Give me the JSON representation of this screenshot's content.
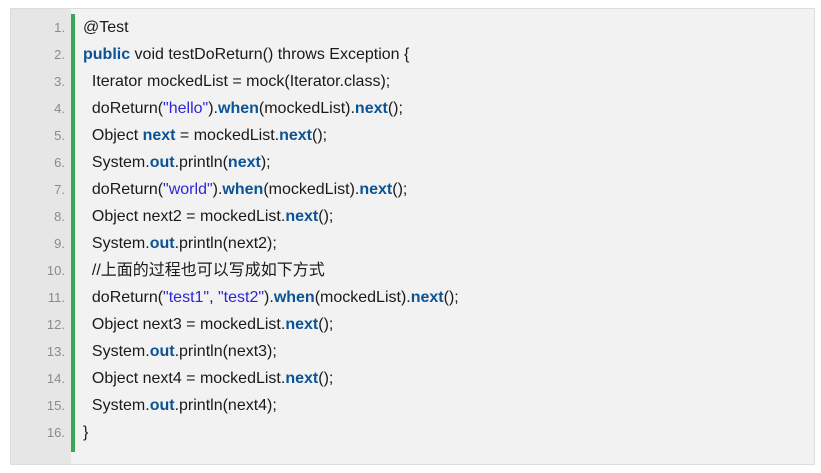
{
  "code_block": {
    "lines": [
      {
        "num": "1.",
        "tokens": [
          {
            "t": "@Test",
            "c": "plain"
          }
        ]
      },
      {
        "num": "2.",
        "tokens": [
          {
            "t": "public",
            "c": "kw"
          },
          {
            "t": " void testDoReturn() throws Exception {",
            "c": "plain"
          }
        ]
      },
      {
        "num": "3.",
        "tokens": [
          {
            "t": "  Iterator mockedList = mock(Iterator.class);",
            "c": "plain"
          }
        ]
      },
      {
        "num": "4.",
        "tokens": [
          {
            "t": "  doReturn(",
            "c": "plain"
          },
          {
            "t": "\"hello\"",
            "c": "str"
          },
          {
            "t": ").",
            "c": "plain"
          },
          {
            "t": "when",
            "c": "kw"
          },
          {
            "t": "(mockedList).",
            "c": "plain"
          },
          {
            "t": "next",
            "c": "kw"
          },
          {
            "t": "();",
            "c": "plain"
          }
        ]
      },
      {
        "num": "5.",
        "tokens": [
          {
            "t": "  Object ",
            "c": "plain"
          },
          {
            "t": "next",
            "c": "kw"
          },
          {
            "t": " = mockedList.",
            "c": "plain"
          },
          {
            "t": "next",
            "c": "kw"
          },
          {
            "t": "();",
            "c": "plain"
          }
        ]
      },
      {
        "num": "6.",
        "tokens": [
          {
            "t": "  System.",
            "c": "plain"
          },
          {
            "t": "out",
            "c": "kw"
          },
          {
            "t": ".println(",
            "c": "plain"
          },
          {
            "t": "next",
            "c": "kw"
          },
          {
            "t": ");",
            "c": "plain"
          }
        ]
      },
      {
        "num": "7.",
        "tokens": [
          {
            "t": "  doReturn(",
            "c": "plain"
          },
          {
            "t": "\"world\"",
            "c": "str"
          },
          {
            "t": ").",
            "c": "plain"
          },
          {
            "t": "when",
            "c": "kw"
          },
          {
            "t": "(mockedList).",
            "c": "plain"
          },
          {
            "t": "next",
            "c": "kw"
          },
          {
            "t": "();",
            "c": "plain"
          }
        ]
      },
      {
        "num": "8.",
        "tokens": [
          {
            "t": "  Object next2 = mockedList.",
            "c": "plain"
          },
          {
            "t": "next",
            "c": "kw"
          },
          {
            "t": "();",
            "c": "plain"
          }
        ]
      },
      {
        "num": "9.",
        "tokens": [
          {
            "t": "  System.",
            "c": "plain"
          },
          {
            "t": "out",
            "c": "kw"
          },
          {
            "t": ".println(next2);",
            "c": "plain"
          }
        ]
      },
      {
        "num": "10.",
        "tokens": [
          {
            "t": "  //上面的过程也可以写成如下方式",
            "c": "plain"
          }
        ]
      },
      {
        "num": "11.",
        "tokens": [
          {
            "t": "  doReturn(",
            "c": "plain"
          },
          {
            "t": "\"test1\"",
            "c": "str"
          },
          {
            "t": ", ",
            "c": "plain"
          },
          {
            "t": "\"test2\"",
            "c": "str"
          },
          {
            "t": ").",
            "c": "plain"
          },
          {
            "t": "when",
            "c": "kw"
          },
          {
            "t": "(mockedList).",
            "c": "plain"
          },
          {
            "t": "next",
            "c": "kw"
          },
          {
            "t": "();",
            "c": "plain"
          }
        ]
      },
      {
        "num": "12.",
        "tokens": [
          {
            "t": "  Object next3 = mockedList.",
            "c": "plain"
          },
          {
            "t": "next",
            "c": "kw"
          },
          {
            "t": "();",
            "c": "plain"
          }
        ]
      },
      {
        "num": "13.",
        "tokens": [
          {
            "t": "  System.",
            "c": "plain"
          },
          {
            "t": "out",
            "c": "kw"
          },
          {
            "t": ".println(next3);",
            "c": "plain"
          }
        ]
      },
      {
        "num": "14.",
        "tokens": [
          {
            "t": "  Object next4 = mockedList.",
            "c": "plain"
          },
          {
            "t": "next",
            "c": "kw"
          },
          {
            "t": "();",
            "c": "plain"
          }
        ]
      },
      {
        "num": "15.",
        "tokens": [
          {
            "t": "  System.",
            "c": "plain"
          },
          {
            "t": "out",
            "c": "kw"
          },
          {
            "t": ".println(next4);",
            "c": "plain"
          }
        ]
      },
      {
        "num": "16.",
        "tokens": [
          {
            "t": "}",
            "c": "plain"
          }
        ]
      }
    ],
    "colors": {
      "keyword": "#0b5394",
      "string": "#2a26d8",
      "gutter_bar": "#3aa757",
      "background": "#f2f2f2"
    }
  }
}
